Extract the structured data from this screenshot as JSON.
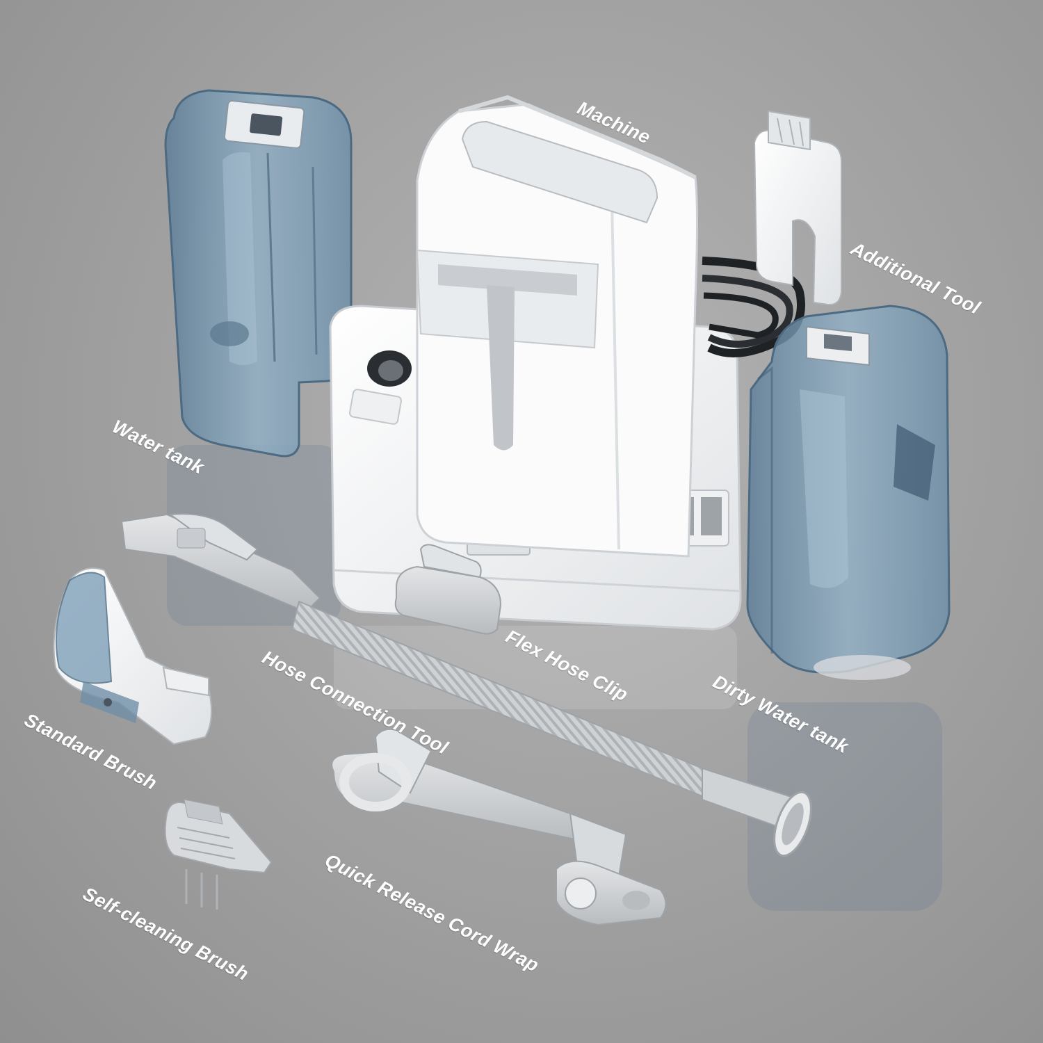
{
  "labels": {
    "machine": "Machine",
    "additional_tool": "Additional Tool",
    "water_tank": "Water tank",
    "flex_hose_clip": "Flex Hose Clip",
    "dirty_water_tank": "Dirty Water tank",
    "hose_connection_tool": "Hose Connection Tool",
    "standard_brush": "Standard Brush",
    "quick_release_cord_wrap": "Quick Release Cord Wrap",
    "self_cleaning_brush": "Self-cleaning Brush"
  },
  "colors": {
    "background": "#a3a3a3",
    "tank_blue": "#7f9fb8",
    "body_white": "#f4f5f6",
    "part_gray": "#d4d6d8",
    "cord_black": "#1f2225",
    "label_text": "#ffffff"
  }
}
